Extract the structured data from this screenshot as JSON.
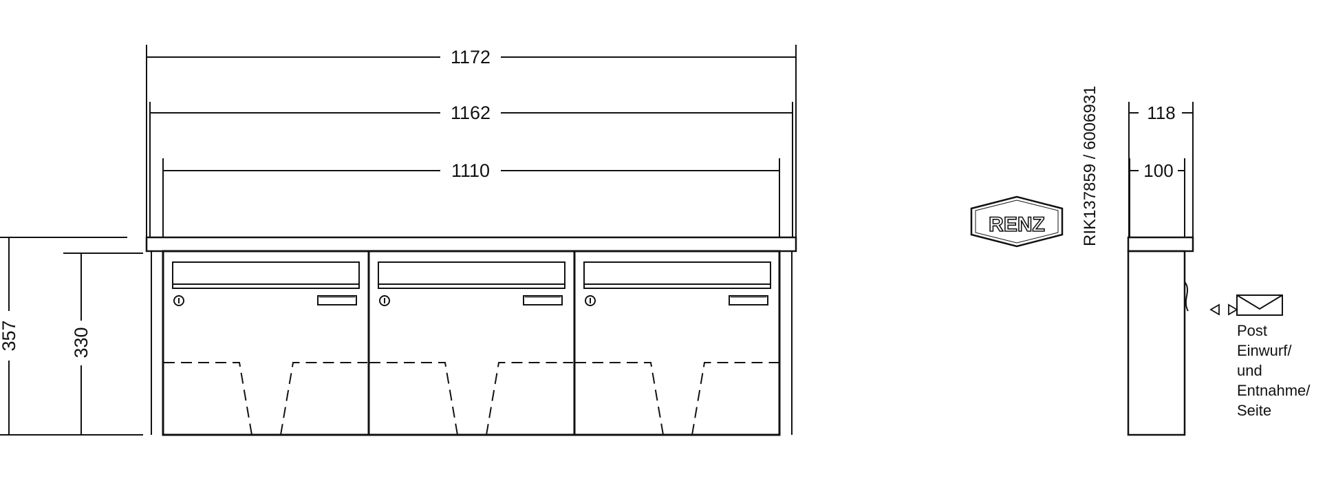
{
  "colors": {
    "line": "#111111",
    "background": "#ffffff"
  },
  "dimensions": {
    "overall_width": "1172",
    "cover_width": "1162",
    "body_width": "1110",
    "overall_height": "357",
    "body_height": "330",
    "side_overall_depth": "118",
    "side_body_depth": "100"
  },
  "brand": {
    "logo_text": "RENZ"
  },
  "article_number": "RIK137859 / 6006931",
  "mailboxes": {
    "count": 3
  },
  "legend": {
    "icon": "envelope-icon",
    "arrow_icon": "double-arrow-icon",
    "lines": [
      "Post",
      "Einwurf/",
      "und",
      "Entnahme/",
      "Seite"
    ]
  }
}
